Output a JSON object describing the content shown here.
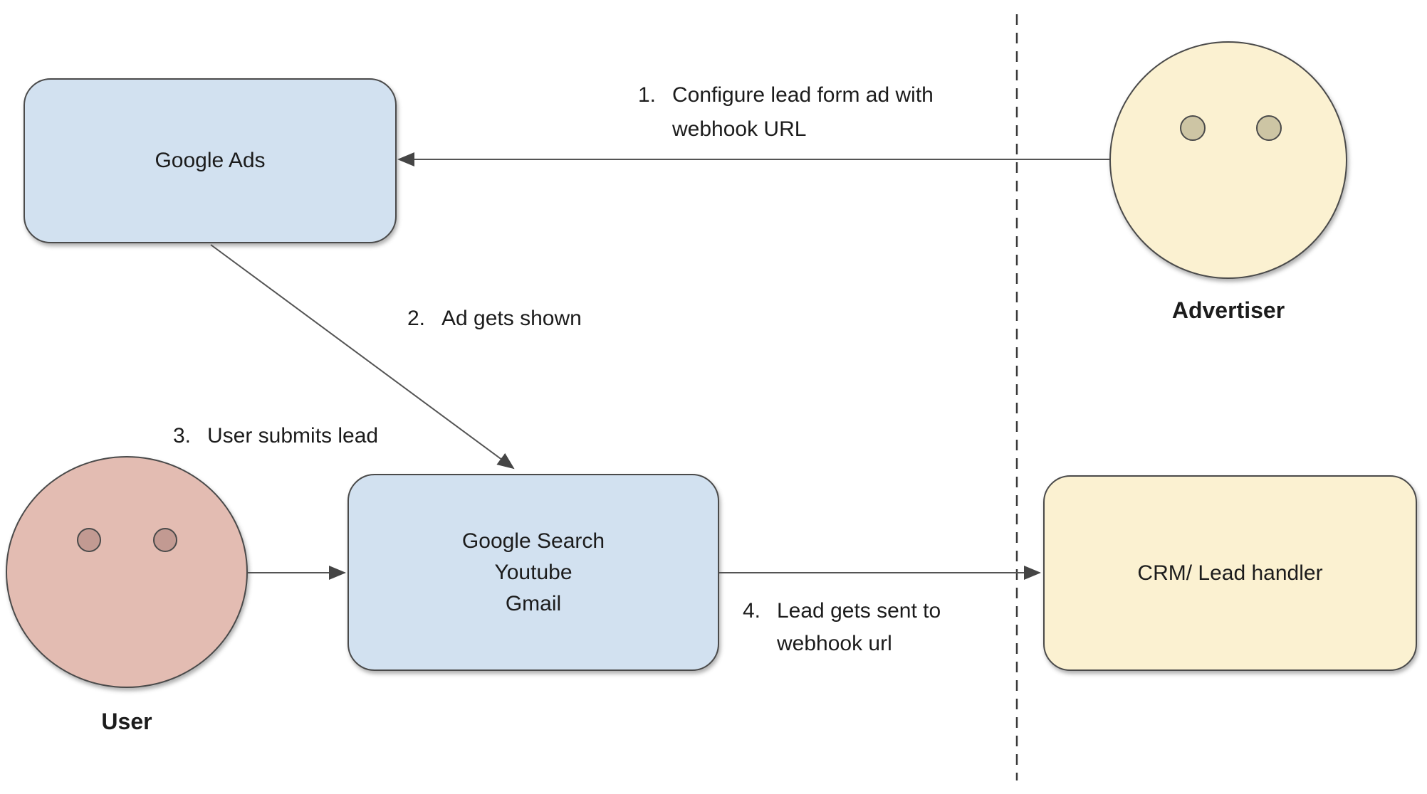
{
  "diagram": {
    "kind": "flowchart",
    "divider": "vertical-dashed-line separating Google side (left) from Advertiser side (right)"
  },
  "nodes": {
    "google_ads": {
      "label": "Google Ads"
    },
    "platforms": {
      "line1": "Google Search",
      "line2": "Youtube",
      "line3": "Gmail"
    },
    "crm": {
      "label": "CRM/ Lead handler"
    }
  },
  "actors": {
    "advertiser": {
      "label": "Advertiser"
    },
    "user": {
      "label": "User"
    }
  },
  "steps": [
    {
      "num": "1.",
      "line1": "Configure lead form ad with",
      "line2": "webhook URL"
    },
    {
      "num": "2.",
      "line1": "Ad gets shown",
      "line2": ""
    },
    {
      "num": "3.",
      "line1": "User submits lead",
      "line2": ""
    },
    {
      "num": "4.",
      "line1": "Lead gets sent to",
      "line2": "webhook url"
    }
  ],
  "edges": [
    {
      "step": 1,
      "from": "Advertiser",
      "to": "Google Ads"
    },
    {
      "step": 2,
      "from": "Google Ads",
      "to": "Google Search / Youtube / Gmail"
    },
    {
      "step": 3,
      "from": "User",
      "to": "Google Search / Youtube / Gmail"
    },
    {
      "step": 4,
      "from": "Google Search / Youtube / Gmail",
      "to": "CRM/ Lead handler"
    }
  ],
  "colors": {
    "box_blue": "#d2e1f0",
    "box_cream": "#fbf1d1",
    "face_pink": "#e3bcb2",
    "eye_tan": "#cdc5a4",
    "eye_pink": "#c29a92",
    "line_stroke": "#4a4a4a",
    "text": "#1c1c1c",
    "background": "#ffffff"
  }
}
